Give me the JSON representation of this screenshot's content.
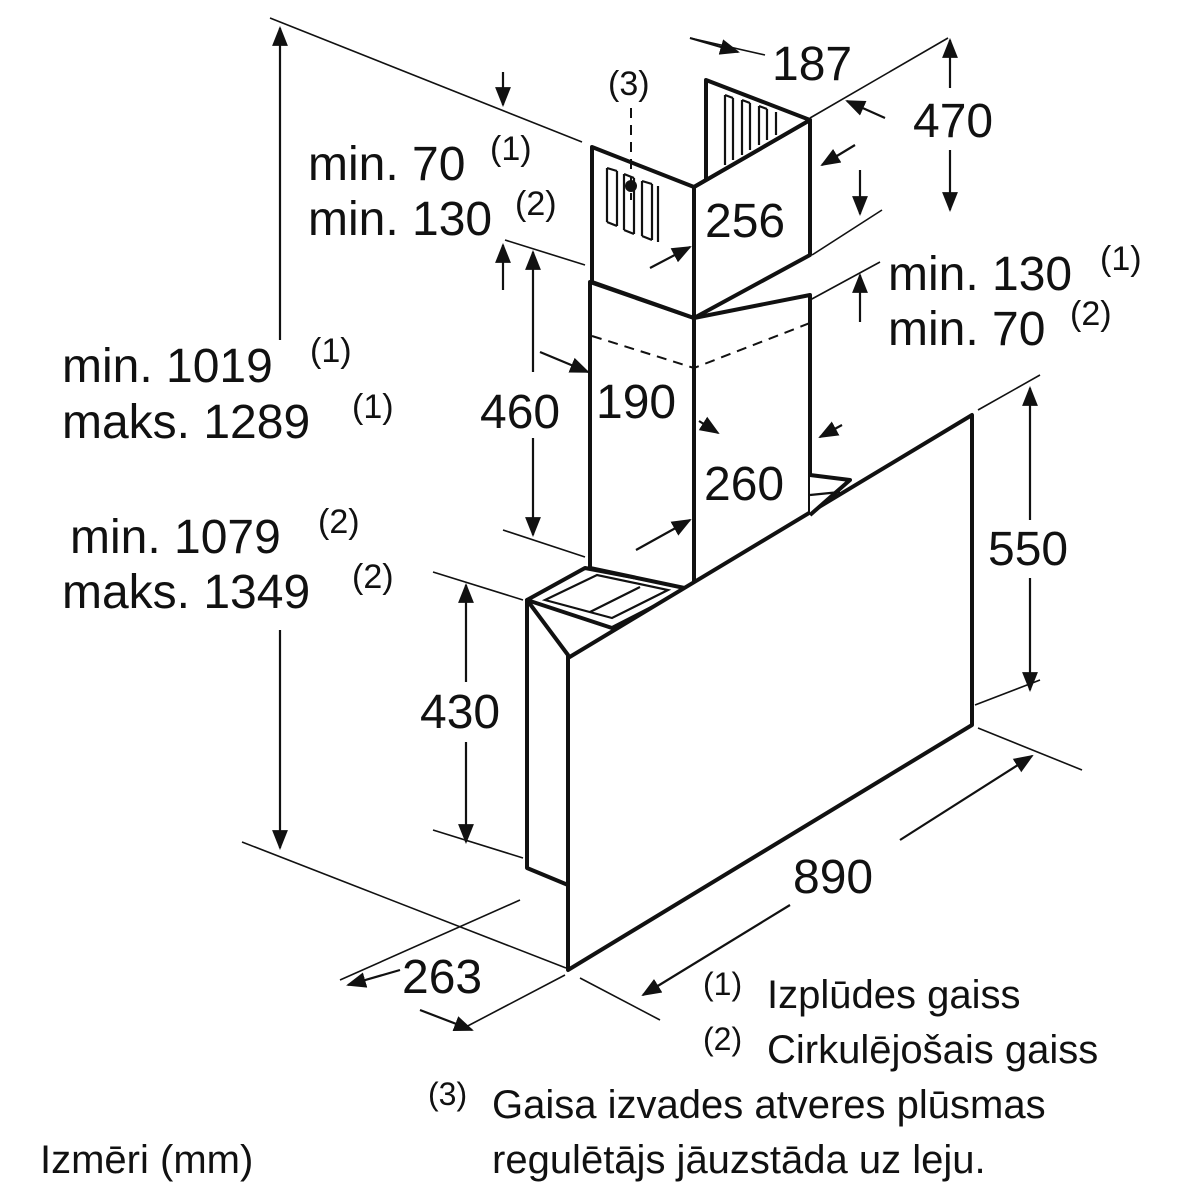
{
  "dimensions": {
    "width_total": "890",
    "depth_base": "263",
    "height_canopy": "550",
    "height_body": "430",
    "height_chimney_lower": "460",
    "chimney_depth_lower": "190",
    "chimney_width_lower": "260",
    "chimney_depth_upper": "187",
    "chimney_width_upper": "256",
    "height_chimney_upper": "470"
  },
  "clearances": {
    "top_left": {
      "line1": "min. 70",
      "sup1": "(1)",
      "line2": "min. 130",
      "sup2": "(2)"
    },
    "top_right": {
      "line1": "min. 130",
      "sup1": "(1)",
      "line2": "min. 70",
      "sup2": "(2)"
    }
  },
  "overall_heights": {
    "exhaust": {
      "line1": "min. 1019",
      "sup1": "(1)",
      "line2": "maks. 1289",
      "sup2": "(1)"
    },
    "recirc": {
      "line1": "min. 1079",
      "sup1": "(2)",
      "line2": "maks. 1349",
      "sup2": "(2)"
    }
  },
  "callout_marker": "(3)",
  "legend": [
    {
      "mark": "(1)",
      "text": "Izplūdes gaiss"
    },
    {
      "mark": "(2)",
      "text": "Cirkulējošais gaiss"
    },
    {
      "mark": "(3)",
      "text": "Gaisa izvades atveres plūsmas",
      "text2": "regulētājs jāuzstāda uz leju."
    }
  ],
  "units_caption": "Izmēri (mm)"
}
